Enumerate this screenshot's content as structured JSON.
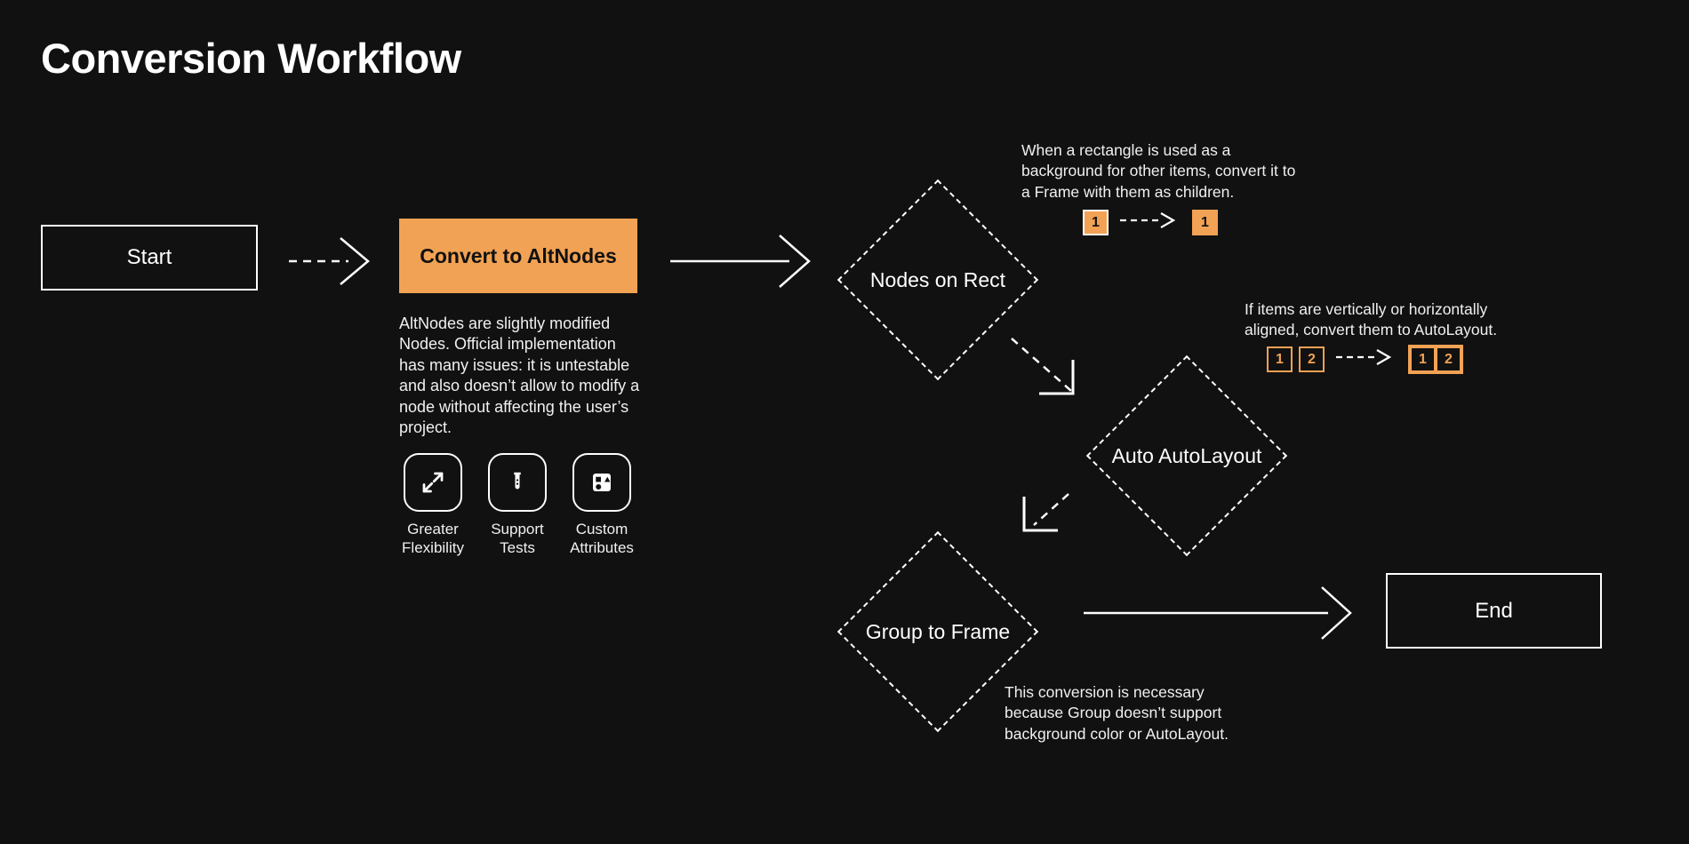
{
  "page": {
    "title": "Conversion Workflow",
    "background_color": "#111111",
    "accent_color": "#f2a254",
    "text_color": "#ffffff"
  },
  "nodes": {
    "start": {
      "label": "Start",
      "shape": "rectangle"
    },
    "convert": {
      "label": "Convert to AltNodes",
      "shape": "rectangle-filled",
      "color": "#f2a254"
    },
    "nodes_on_rect": {
      "label": "Nodes on Rect",
      "shape": "diamond"
    },
    "auto_autolayout": {
      "label": "Auto AutoLayout",
      "shape": "diamond"
    },
    "group_to_frame": {
      "label": "Group to Frame",
      "shape": "diamond"
    },
    "end": {
      "label": "End",
      "shape": "rectangle"
    }
  },
  "convert_description": "AltNodes are slightly modified Nodes. Official implementation has many issues: it is untestable and also doesn’t allow to modify a node without affecting the user’s project.",
  "features": [
    {
      "icon": "expand-arrows-icon",
      "label": "Greater\nFlexibility"
    },
    {
      "icon": "test-tube-icon",
      "label": "Support\nTests"
    },
    {
      "icon": "shapes-icon",
      "label": "Custom\nAttributes"
    }
  ],
  "notes": {
    "nodes_on_rect": "When a rectangle is used as a background for other items, convert it to a Frame with them as children.",
    "auto_autolayout": "If items are vertically or horizontally aligned, convert them to AutoLayout.",
    "group_to_frame": "This conversion is necessary because Group doesn’t support background color or AutoLayout."
  },
  "badge_diagrams": {
    "nodes_on_rect": {
      "before": [
        {
          "label": "1",
          "style": "filled"
        }
      ],
      "after": [
        {
          "label": "1",
          "style": "filled-bare"
        }
      ],
      "connector": "dashed-arrow"
    },
    "auto_autolayout": {
      "before": [
        {
          "label": "1",
          "style": "outline"
        },
        {
          "label": "2",
          "style": "outline"
        }
      ],
      "after": [
        {
          "label": "1",
          "style": "outline"
        },
        {
          "label": "2",
          "style": "outline"
        }
      ],
      "after_framed": true,
      "connector": "dashed-arrow"
    }
  },
  "connectors": [
    {
      "from": "start",
      "to": "convert",
      "style": "dashed"
    },
    {
      "from": "convert",
      "to": "nodes_on_rect",
      "style": "solid"
    },
    {
      "from": "nodes_on_rect",
      "to": "auto_autolayout",
      "style": "dashed-diagonal"
    },
    {
      "from": "auto_autolayout",
      "to": "group_to_frame",
      "style": "dashed-diagonal"
    },
    {
      "from": "group_to_frame",
      "to": "end",
      "style": "solid"
    }
  ]
}
